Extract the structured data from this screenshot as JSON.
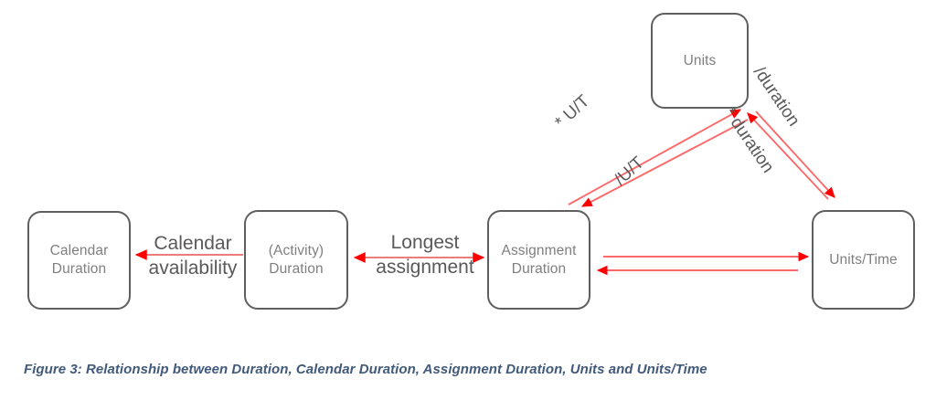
{
  "figure": {
    "caption": "Figure 3: Relationship between Duration, Calendar Duration, Assignment Duration, Units and Units/Time"
  },
  "colors": {
    "box_border": "#5f5f5f",
    "box_text": "#7f7f7f",
    "edge_label_text": "#595959",
    "arrow_strong": "#ff0000",
    "arrow_light": "#ed7d7d",
    "caption_text": "#41597a",
    "background": "#ffffff"
  },
  "nodes": [
    {
      "id": "calendar-duration",
      "label": "Calendar\nDuration"
    },
    {
      "id": "activity-duration",
      "label": "(Activity)\nDuration"
    },
    {
      "id": "assignment-duration",
      "label": "Assignment\nDuration"
    },
    {
      "id": "units",
      "label": "Units"
    },
    {
      "id": "units-time",
      "label": "Units/Time"
    }
  ],
  "edges": [
    {
      "id": "activity-to-calendar",
      "from": "activity-duration",
      "to": "calendar-duration",
      "label": "Calendar\navailability",
      "direction": "single",
      "orientation": "horizontal"
    },
    {
      "id": "assignment-to-activity",
      "from": "assignment-duration",
      "to": "activity-duration",
      "label": "Longest\nassignment",
      "direction": "double",
      "orientation": "horizontal"
    },
    {
      "id": "assignment-to-units",
      "from": "assignment-duration",
      "to": "units",
      "label": "* U/T",
      "direction": "single",
      "orientation": "diagonal-up-right"
    },
    {
      "id": "units-to-assignment",
      "from": "units",
      "to": "assignment-duration",
      "label": "/U/T",
      "direction": "single",
      "orientation": "diagonal-down-left"
    },
    {
      "id": "unitstime-to-units",
      "from": "units-time",
      "to": "units",
      "label": "* duration",
      "direction": "single",
      "orientation": "diagonal-up-left"
    },
    {
      "id": "units-to-unitstime",
      "from": "units",
      "to": "units-time",
      "label": "/duration",
      "direction": "single",
      "orientation": "diagonal-down-right"
    },
    {
      "id": "assignment-to-unitstime",
      "from": "assignment-duration",
      "to": "units-time",
      "label": "",
      "direction": "single",
      "orientation": "horizontal"
    },
    {
      "id": "unitstime-to-assignment",
      "from": "units-time",
      "to": "assignment-duration",
      "label": "",
      "direction": "single",
      "orientation": "horizontal"
    }
  ]
}
